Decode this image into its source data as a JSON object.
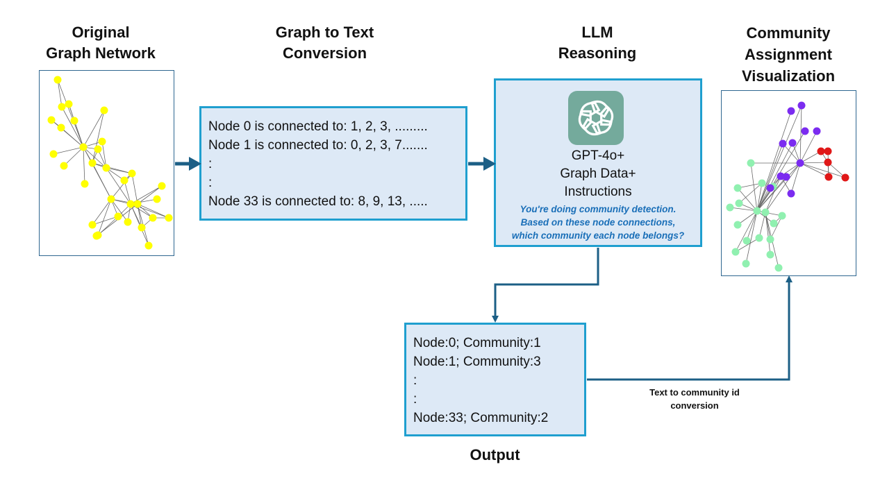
{
  "headings": {
    "original": [
      "Original",
      "Graph Network"
    ],
    "conversion": [
      "Graph to Text",
      "Conversion"
    ],
    "llm": [
      "LLM",
      "Reasoning"
    ],
    "community": [
      "Community",
      "Assignment",
      "Visualization"
    ],
    "output": "Output"
  },
  "text_box": {
    "lines": [
      "Node 0 is connected to: 1, 2, 3, .........",
      "Node 1 is connected to: 0, 2, 3, 7.......",
      ":",
      ":",
      "Node 33 is connected to: 8, 9, 13, ....."
    ]
  },
  "llm_box": {
    "logo": "openai-logo-icon",
    "lines": [
      "GPT-4o+",
      "Graph Data+",
      "Instructions"
    ],
    "prompt": [
      "You're doing community detection.",
      "Based on these node connections,",
      "which community each node belongs?"
    ],
    "logo_color": "#74aa9c",
    "prompt_color": "#1a6fb8"
  },
  "output_box": {
    "lines": [
      "Node:0; Community:1",
      "Node:1; Community:3",
      ":",
      ":",
      "Node:33; Community:2"
    ]
  },
  "arrow_label": [
    "Text to community id",
    "conversion"
  ],
  "colors": {
    "box_border": "#1f9fcf",
    "box_fill": "#dde9f6",
    "arrow": "#1c5f86",
    "original_nodes": "#ffff00",
    "community_green": "#90f0b0",
    "community_purple": "#7b2cf0",
    "community_red": "#e01818"
  }
}
